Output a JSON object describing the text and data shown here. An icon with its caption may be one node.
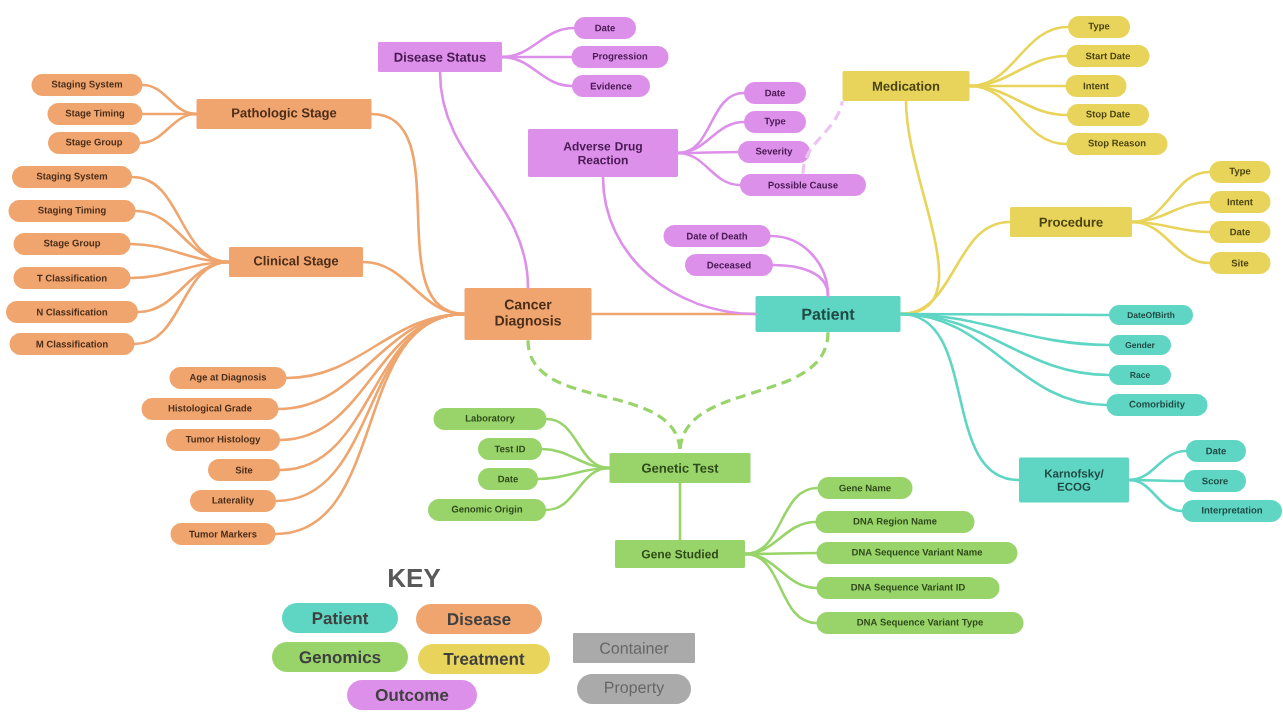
{
  "diagram": {
    "nodes": [
      {
        "text": [
          "Disease Status"
        ]
      },
      {
        "text": [
          "Date"
        ]
      },
      {
        "text": [
          "Progression"
        ]
      },
      {
        "text": [
          "Evidence"
        ]
      },
      {
        "text": [
          "Pathologic Stage"
        ]
      },
      {
        "text": [
          "Staging System"
        ]
      },
      {
        "text": [
          "Stage Timing"
        ]
      },
      {
        "text": [
          "Stage Group"
        ]
      },
      {
        "text": [
          "Medication"
        ]
      },
      {
        "text": [
          "Type"
        ]
      },
      {
        "text": [
          "Start Date"
        ]
      },
      {
        "text": [
          "Intent"
        ]
      },
      {
        "text": [
          "Stop Date"
        ]
      },
      {
        "text": [
          "Stop Reason"
        ]
      },
      {
        "text": [
          "Adverse Drug Reaction"
        ]
      },
      {
        "text": [
          "Date"
        ]
      },
      {
        "text": [
          "Type"
        ]
      },
      {
        "text": [
          "Severity"
        ]
      },
      {
        "text": [
          "Possible Cause"
        ]
      },
      {
        "text": [
          "Clinical Stage"
        ]
      },
      {
        "text": [
          "Staging System"
        ]
      },
      {
        "text": [
          "Staging Timing"
        ]
      },
      {
        "text": [
          "Stage Group"
        ]
      },
      {
        "text": [
          "T Classification"
        ]
      },
      {
        "text": [
          "N Classification"
        ]
      },
      {
        "text": [
          "M Classification"
        ]
      },
      {
        "text": [
          "Procedure"
        ]
      },
      {
        "text": [
          "Type"
        ]
      },
      {
        "text": [
          "Intent"
        ]
      },
      {
        "text": [
          "Date"
        ]
      },
      {
        "text": [
          "Site"
        ]
      },
      {
        "text": [
          "Date of Death"
        ]
      },
      {
        "text": [
          "Deceased"
        ]
      },
      {
        "text": [
          "Cancer Diagnosis"
        ]
      },
      {
        "text": [
          "Patient"
        ]
      },
      {
        "text": [
          "DateOfBirth"
        ]
      },
      {
        "text": [
          "Gender"
        ]
      },
      {
        "text": [
          "Race"
        ]
      },
      {
        "text": [
          "Comorbidity"
        ]
      },
      {
        "text": [
          "Age at Diagnosis"
        ]
      },
      {
        "text": [
          "Histological Grade"
        ]
      },
      {
        "text": [
          "Tumor Histology"
        ]
      },
      {
        "text": [
          "Site"
        ]
      },
      {
        "text": [
          "Laterality"
        ]
      },
      {
        "text": [
          "Tumor Markers"
        ]
      },
      {
        "text": [
          "Laboratory"
        ]
      },
      {
        "text": [
          "Test ID"
        ]
      },
      {
        "text": [
          "Date"
        ]
      },
      {
        "text": [
          "Genomic Origin"
        ]
      },
      {
        "text": [
          "Genetic Test"
        ]
      },
      {
        "text": [
          "Karnofsky/ ECOG"
        ]
      },
      {
        "text": [
          "Date"
        ]
      },
      {
        "text": [
          "Score"
        ]
      },
      {
        "text": [
          "Interpretation"
        ]
      },
      {
        "text": [
          "Gene Name"
        ]
      },
      {
        "text": [
          "DNA Region Name"
        ]
      },
      {
        "text": [
          "DNA Sequence Variant Name"
        ]
      },
      {
        "text": [
          "DNA Sequence Variant ID"
        ]
      },
      {
        "text": [
          "DNA Sequence Variant Type"
        ]
      },
      {
        "text": [
          "Gene Studied"
        ]
      }
    ],
    "edges": [
      {
        "from": 0,
        "to": 1,
        "arrow": "none",
        "color": "#dd90ea"
      },
      {
        "from": 0,
        "to": 2,
        "arrow": "none",
        "color": "#dd90ea"
      },
      {
        "from": 0,
        "to": 3,
        "arrow": "none",
        "color": "#dd90ea"
      },
      {
        "from": 4,
        "to": 5,
        "arrow": "none"
      },
      {
        "from": 4,
        "to": 6,
        "arrow": "none"
      },
      {
        "from": 4,
        "to": 7,
        "arrow": "none"
      },
      {
        "from": 8,
        "to": 9,
        "arrow": "none",
        "color": "#e8d45a"
      },
      {
        "from": 8,
        "to": 10,
        "arrow": "none",
        "color": "#e8d45a"
      },
      {
        "from": 8,
        "to": 11,
        "arrow": "none",
        "color": "#e8d45a"
      },
      {
        "from": 8,
        "to": 12,
        "arrow": "none",
        "color": "#e8d45a"
      },
      {
        "from": 8,
        "to": 13,
        "arrow": "none",
        "color": "#e8d45a"
      },
      {
        "from": 14,
        "to": 15,
        "arrow": "none",
        "color": "#dd90ea"
      },
      {
        "from": 14,
        "to": 16,
        "arrow": "none",
        "color": "#dd90ea"
      },
      {
        "from": 14,
        "to": 17,
        "arrow": "none",
        "color": "#dd90ea"
      },
      {
        "from": 14,
        "to": 18,
        "arrow": "none",
        "color": "#dd90ea"
      },
      {
        "from": 18,
        "to": 8,
        "arrow": "none",
        "style": "dashed",
        "color": "#ecc4f2"
      },
      {
        "from": 19,
        "to": 20,
        "arrow": "none"
      },
      {
        "from": 19,
        "to": 21,
        "arrow": "none"
      },
      {
        "from": 19,
        "to": 22,
        "arrow": "none"
      },
      {
        "from": 19,
        "to": 23,
        "arrow": "none"
      },
      {
        "from": 19,
        "to": 24,
        "arrow": "none"
      },
      {
        "from": 19,
        "to": 25,
        "arrow": "none"
      },
      {
        "from": 26,
        "to": 27,
        "arrow": "none",
        "color": "#e8d45a"
      },
      {
        "from": 26,
        "to": 28,
        "arrow": "none",
        "color": "#e8d45a"
      },
      {
        "from": 26,
        "to": 29,
        "arrow": "none",
        "color": "#e8d45a"
      },
      {
        "from": 26,
        "to": 30,
        "arrow": "none",
        "color": "#e8d45a"
      },
      {
        "from": 33,
        "to": 0,
        "arrow": "none",
        "color": "#dd90ea"
      },
      {
        "from": 33,
        "to": 4,
        "arrow": "none"
      },
      {
        "from": 33,
        "to": 19,
        "arrow": "none"
      },
      {
        "from": 33,
        "to": 39,
        "arrow": "none"
      },
      {
        "from": 33,
        "to": 40,
        "arrow": "none"
      },
      {
        "from": 33,
        "to": 41,
        "arrow": "none"
      },
      {
        "from": 33,
        "to": 42,
        "arrow": "none"
      },
      {
        "from": 33,
        "to": 43,
        "arrow": "none"
      },
      {
        "from": 33,
        "to": 44,
        "arrow": "none"
      },
      {
        "from": 34,
        "to": 33,
        "arrow": "none"
      },
      {
        "from": 34,
        "to": 14,
        "arrow": "none",
        "color": "#dd90ea"
      },
      {
        "from": 34,
        "to": 31,
        "arrow": "none",
        "color": "#dd90ea"
      },
      {
        "from": 34,
        "to": 32,
        "arrow": "none",
        "color": "#dd90ea"
      },
      {
        "from": 34,
        "to": 8,
        "arrow": "none",
        "color": "#e8d45a"
      },
      {
        "from": 34,
        "to": 26,
        "arrow": "none",
        "color": "#e8d45a"
      },
      {
        "from": 34,
        "to": 35,
        "arrow": "none",
        "color": "#5fd6c4"
      },
      {
        "from": 34,
        "to": 36,
        "arrow": "none",
        "color": "#5fd6c4"
      },
      {
        "from": 34,
        "to": 37,
        "arrow": "none",
        "color": "#5fd6c4"
      },
      {
        "from": 34,
        "to": 38,
        "arrow": "none",
        "color": "#5fd6c4"
      },
      {
        "from": 34,
        "to": 50,
        "arrow": "none",
        "color": "#5fd6c4"
      },
      {
        "from": 33,
        "to": 49,
        "arrow": "none",
        "style": "dashed",
        "color": "#98d46a"
      },
      {
        "from": 34,
        "to": 49,
        "arrow": "none",
        "style": "dashed",
        "color": "#98d46a"
      },
      {
        "from": 49,
        "to": 45,
        "arrow": "none",
        "color": "#98d46a"
      },
      {
        "from": 49,
        "to": 46,
        "arrow": "none",
        "color": "#98d46a"
      },
      {
        "from": 49,
        "to": 47,
        "arrow": "none",
        "color": "#98d46a"
      },
      {
        "from": 49,
        "to": 48,
        "arrow": "none",
        "color": "#98d46a"
      },
      {
        "from": 50,
        "to": 51,
        "arrow": "none",
        "color": "#5fd6c4"
      },
      {
        "from": 50,
        "to": 52,
        "arrow": "none",
        "color": "#5fd6c4"
      },
      {
        "from": 50,
        "to": 53,
        "arrow": "none",
        "color": "#5fd6c4"
      },
      {
        "from": 49,
        "to": 59,
        "arrow": "none",
        "color": "#98d46a"
      },
      {
        "from": 59,
        "to": 54,
        "arrow": "none",
        "color": "#98d46a"
      },
      {
        "from": 59,
        "to": 55,
        "arrow": "none",
        "color": "#98d46a"
      },
      {
        "from": 59,
        "to": 56,
        "arrow": "none",
        "color": "#98d46a"
      },
      {
        "from": 59,
        "to": 57,
        "arrow": "none",
        "color": "#98d46a"
      },
      {
        "from": 59,
        "to": 58,
        "arrow": "none",
        "color": "#98d46a"
      }
    ],
    "labels": [
      "KEY"
    ],
    "legend": [
      {
        "text": "Patient",
        "color": "#5fd6c4"
      },
      {
        "text": "Disease",
        "color": "#f0a46e"
      },
      {
        "text": "Genomics",
        "color": "#98d46a"
      },
      {
        "text": "Treatment",
        "color": "#e8d45a"
      },
      {
        "text": "Outcome",
        "color": "#dd90ea"
      },
      {
        "text": "Container",
        "color": "#aaaaaa"
      },
      {
        "text": "Property",
        "color": "#aaaaaa"
      }
    ]
  }
}
